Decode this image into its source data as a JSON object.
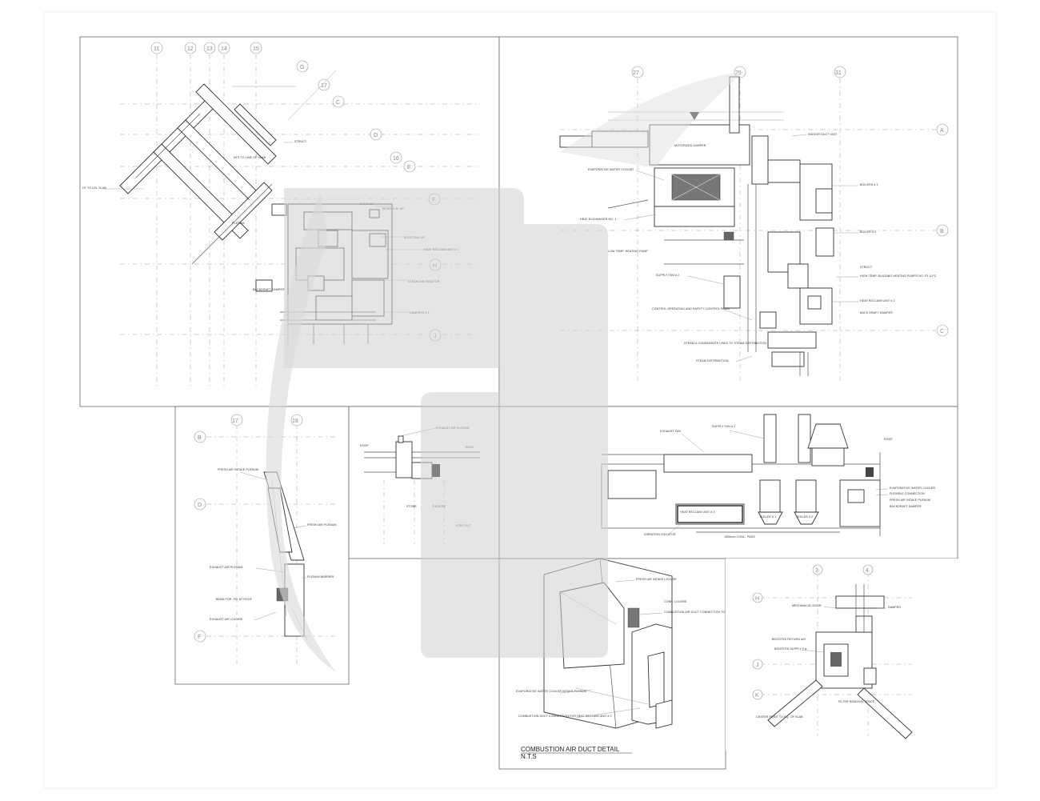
{
  "sheet": {
    "watermark": "logo-watermark"
  },
  "plan_left": {
    "grid": [
      "11",
      "12",
      "13",
      "14",
      "15",
      "16",
      "17",
      "C",
      "D",
      "E",
      "F",
      "G",
      "H",
      "J"
    ],
    "notes": [
      "HEAT RECLAIM UNIT # 1",
      "STEAM DISTRIBUTOR",
      "BACKDRAFT DAMPER",
      "DAMPERS # 1",
      "EXHAUST",
      "90 MIN S.R. UP",
      "BOOSTING UP",
      "NTS TO LINE OF SLAB",
      "HT TO LIN. SLAB",
      "PLENUM",
      "STRUCT."
    ]
  },
  "plan_right": {
    "grid": [
      "27",
      "29",
      "31",
      "A",
      "B",
      "C"
    ],
    "notes": [
      "MOTORIZED DAMPER",
      "INDOOR DUCT UNIT",
      "EVAPORATIVE WATER COOLER",
      "HEAT EXCHANGER NO. 1",
      "LOW TEMP. HEATING PUMP",
      "SUPPLY FAN # 2",
      "CONTROL OPERATING AND SAFETY CONTROL PANEL",
      "STEAM & CONDENSATE LINES TO STEAM DISTRIBUTION",
      "STEAM DISTRIBUTION",
      "HEAT RECLAIM UNIT # 2",
      "BOILERS # 1",
      "BOILER # 2",
      "STRUCT.",
      "HIGH TEMP. BUILDING HEATING PUMPS NO. P1 & P2",
      "BACK DRAFT DAMPER"
    ]
  },
  "section_mid_left": {
    "grid": [
      "17",
      "18",
      "B",
      "D",
      "F"
    ],
    "notes": [
      "FRESH AIR INTAKE PLENUM",
      "FRESH AIR PLENUM",
      "EXHAUST AIR PLENUM",
      "PLENUM BARRIER",
      "EXHAUST AIR LOUVRE",
      "BEAM FOR. FD. AT ROOF"
    ]
  },
  "section_mid_center": {
    "notes": [
      "EXHAUST AIR PLENUM",
      "ROOF",
      "ROOF",
      "STORE",
      "THEATRE",
      "STEP CUT"
    ]
  },
  "section_mid_right": {
    "notes": [
      "SUPPLY FAN # 2",
      "EXHAUST FAN",
      "HEAT RECLAIM UNIT # 2",
      "BOILER # 1",
      "BOILER # 2",
      "EVAPORATIVE WATER COOLER",
      "FLEXIBLE CONNECTION",
      "FRESH AIR INTAKE PLENUM",
      "ROOF",
      "BACKDRAFT DAMPER",
      "VIBRATION ISOLATOR",
      "1500mm CONC. PADS"
    ]
  },
  "detail": {
    "title": "COMBUSTION AIR DUCT DETAIL",
    "subtitle": "N.T.S",
    "notes": [
      "FRESH AIR INTAKE LOUVRE",
      "COMBUSTION AIR DUCT CONNECTION TO LOUVRE",
      "CONN. LOUVRE",
      "EVAPORATIVE WATER COOLER INTAKE PLENUM",
      "COMBUSTION DUCT CONNECTION FOR HEAT RECLAIM UNIT # 2"
    ]
  },
  "enlarged_plan": {
    "grid": [
      "3",
      "4",
      "H",
      "J",
      "K"
    ],
    "notes": [
      "MECHANICAL DOOR",
      "BOOSTED SUPPLY F.A.",
      "DAMPER",
      "FILTER REMOVAL SPACE",
      "BOOSTED RETURN AIR",
      "CENTER POINT TO EQ. OF SLAB"
    ]
  }
}
